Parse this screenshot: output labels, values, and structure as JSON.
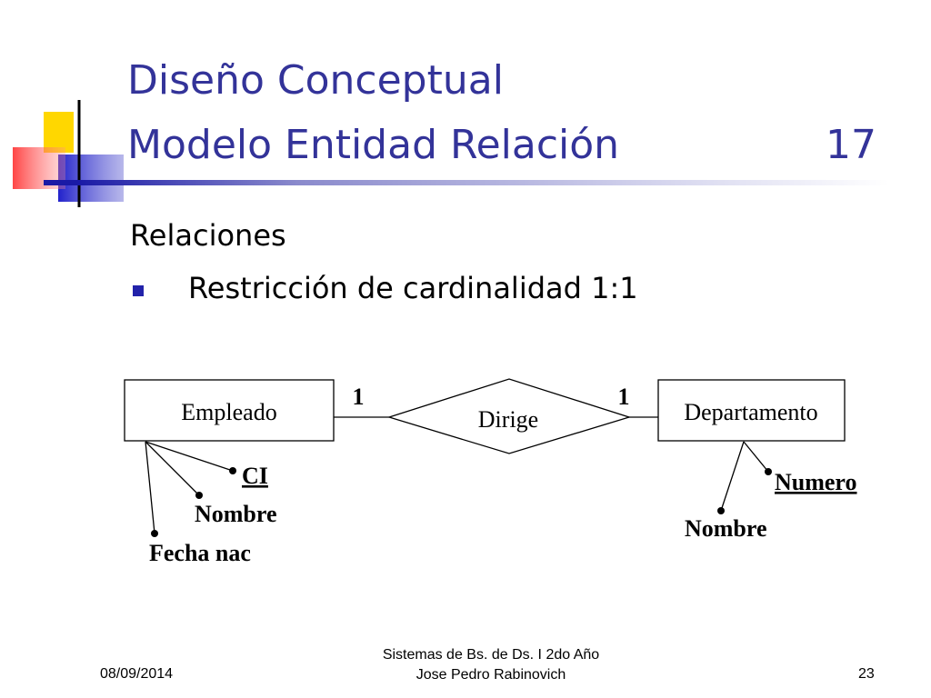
{
  "slide": {
    "title_line_1": "Diseño Conceptual",
    "title_line_2": "Modelo Entidad Relación",
    "title_number": "17",
    "subtitle": "Relaciones",
    "bullet": "Restricción de cardinalidad 1:1"
  },
  "diagram": {
    "entities": {
      "left": "Empleado",
      "right": "Departamento"
    },
    "relationship": "Dirige",
    "cardinality": {
      "left": "1",
      "right": "1"
    },
    "attributes": {
      "empleado": [
        "CI",
        "Nombre",
        "Fecha nac"
      ],
      "departamento": [
        "Numero",
        "Nombre"
      ]
    }
  },
  "footer": {
    "date": "08/09/2014",
    "course": "Sistemas de Bs. de Ds. I 2do Año",
    "author": "Jose Pedro Rabinovich",
    "page": "23"
  },
  "colors": {
    "title": "#333399",
    "bullet": "#2222aa",
    "logo_yellow": "#ffd700",
    "logo_red": "#ff3030",
    "logo_blue": "#2222cc"
  }
}
